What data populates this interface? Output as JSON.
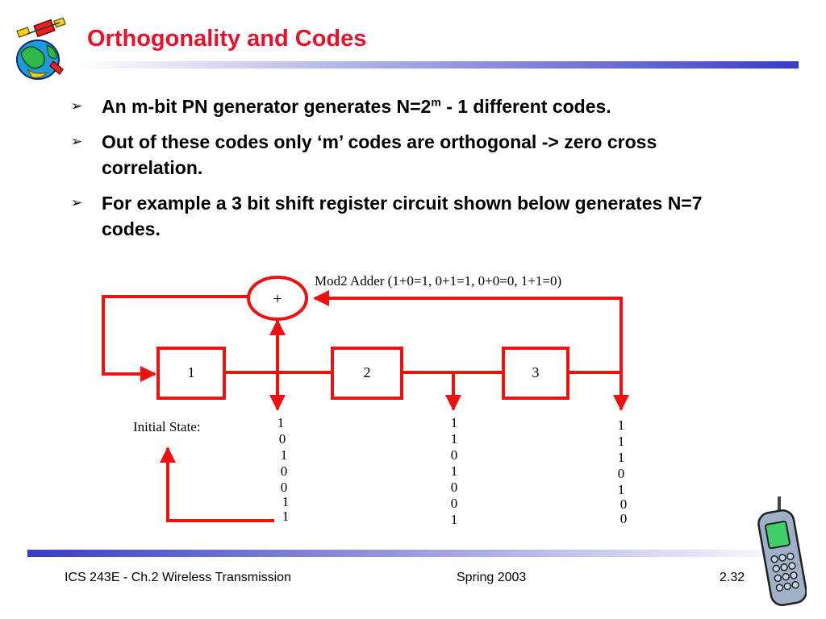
{
  "slide": {
    "title": "Orthogonality and Codes",
    "bullets": [
      {
        "pre": "An m-bit PN generator generates N=2",
        "sup": "m",
        "post": " - 1 different codes."
      },
      {
        "pre": "Out of these codes only ‘m’ codes are orthogonal -> zero cross correlation.",
        "sup": "",
        "post": ""
      },
      {
        "pre": "For example a 3 bit shift register circuit shown below generates N=7 codes.",
        "sup": "",
        "post": ""
      }
    ]
  },
  "diagram": {
    "adder_label": "Mod2 Adder (1+0=1, 0+1=1, 0+0=0, 1+1=0)",
    "adder_symbol": "+",
    "registers": [
      "1",
      "2",
      "3"
    ],
    "initial_state_label": "Initial State:",
    "sequences": [
      [
        "1",
        "0",
        "1",
        "0",
        "0",
        "1",
        "1"
      ],
      [
        "1",
        "1",
        "0",
        "1",
        "0",
        "0",
        "1"
      ],
      [
        "1",
        "1",
        "1",
        "0",
        "1",
        "0",
        "0"
      ]
    ],
    "line_color": "#ee1111"
  },
  "footer": {
    "course": "ICS 243E - Ch.2 Wireless Transmission",
    "term": "Spring 2003",
    "page": "2.32"
  },
  "icons": {
    "logo": "globe-satellite-icon",
    "phone": "mobile-phone-icon"
  }
}
